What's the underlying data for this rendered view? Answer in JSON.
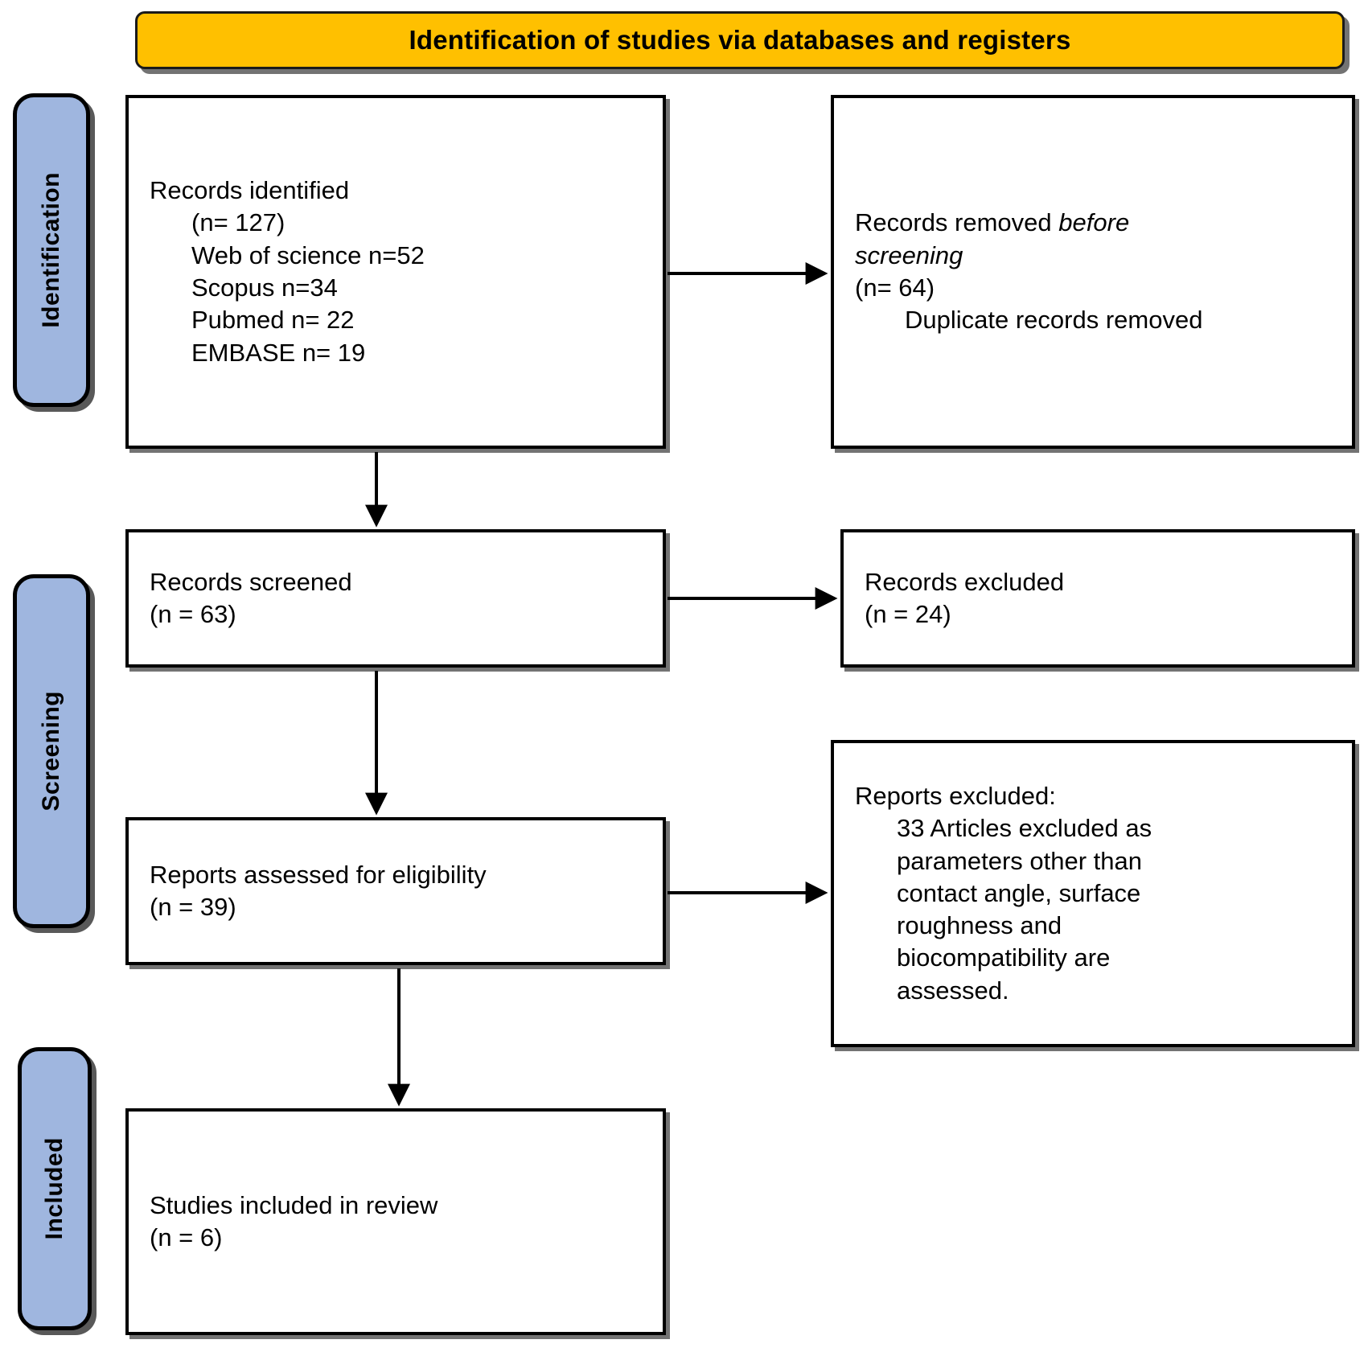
{
  "banner": {
    "title": "Identification of studies via databases and registers",
    "color": "#FFC000"
  },
  "stages": {
    "identification": "Identification",
    "screening": "Screening",
    "included": "Included",
    "color": "#9FB6DF"
  },
  "boxes": {
    "records_identified": {
      "title": "Records identified",
      "count": "(n= 127)",
      "sources": [
        "Web of science n=52",
        "Scopus n=34",
        "Pubmed n= 22",
        "EMBASE n= 19"
      ]
    },
    "records_removed": {
      "title_prefix": "Records removed ",
      "title_italic": "before",
      "title_italic_2": "screening",
      "count": "(n= 64)",
      "detail": "Duplicate records removed"
    },
    "records_screened": {
      "title": "Records screened",
      "count": "(n = 63)"
    },
    "records_excluded": {
      "title": "Records excluded",
      "count": "(n = 24)"
    },
    "reports_assessed": {
      "title": "Reports assessed for eligibility",
      "count": "(n = 39)"
    },
    "reports_excluded": {
      "title": "Reports excluded:",
      "reasons": [
        "33 Articles excluded as",
        "parameters other than",
        "contact angle, surface",
        "roughness and",
        "biocompatibility are",
        "assessed."
      ]
    },
    "studies_included": {
      "title": "Studies included in review",
      "count": "(n = 6)"
    }
  },
  "connectors": [
    {
      "name": "identified-to-removed",
      "direction": "horizontal"
    },
    {
      "name": "identified-to-screened",
      "direction": "vertical"
    },
    {
      "name": "screened-to-excluded",
      "direction": "horizontal"
    },
    {
      "name": "screened-to-assessed",
      "direction": "vertical"
    },
    {
      "name": "assessed-to-reports-excluded",
      "direction": "horizontal"
    },
    {
      "name": "assessed-to-included",
      "direction": "vertical"
    }
  ]
}
